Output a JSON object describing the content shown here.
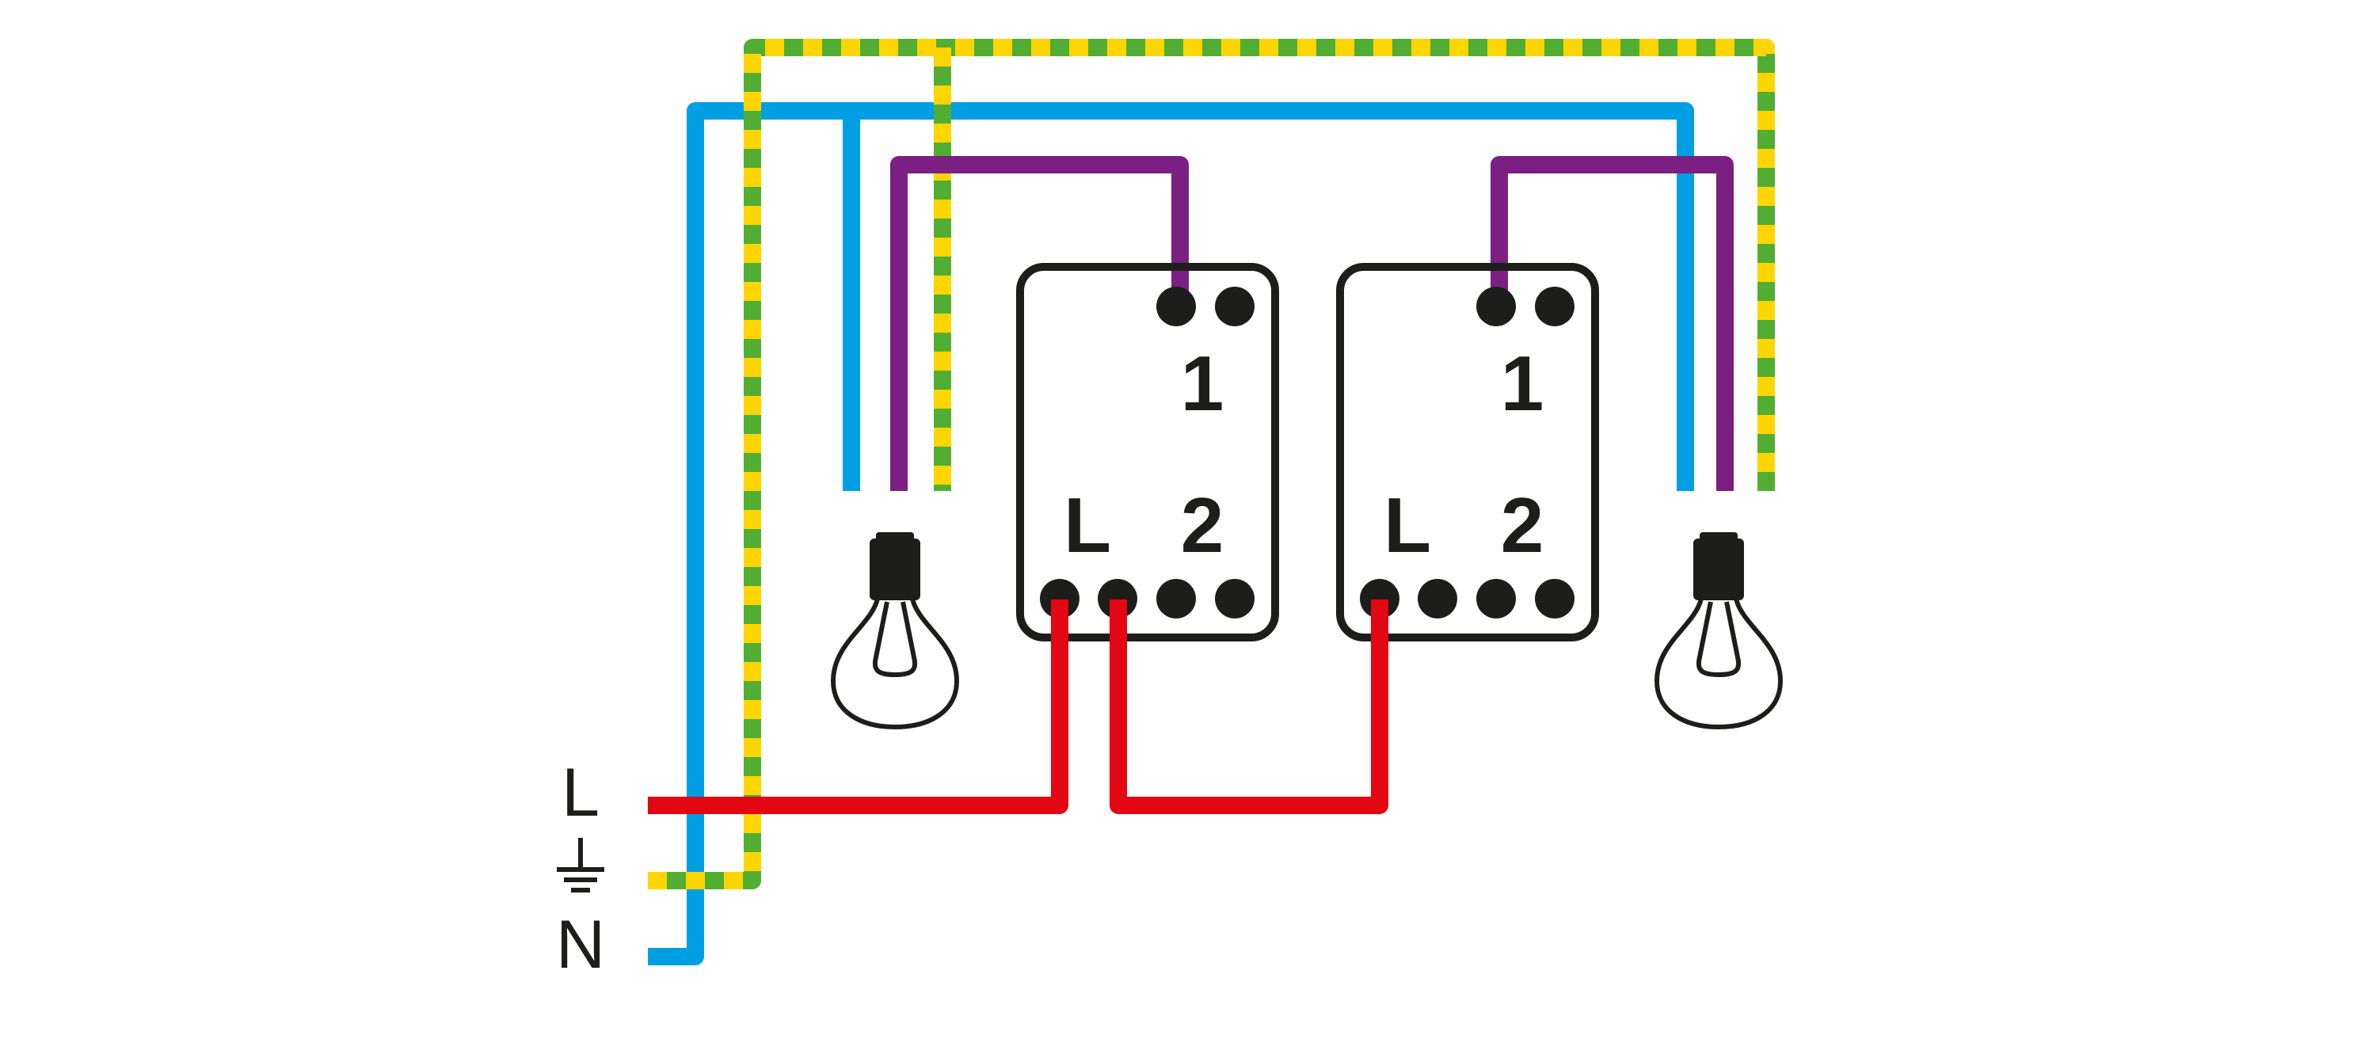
{
  "supply_labels": {
    "live": "L",
    "neutral": "N"
  },
  "switch_left": {
    "terminal_1": "1",
    "terminal_live": "L",
    "terminal_2": "2"
  },
  "switch_right": {
    "terminal_1": "1",
    "terminal_live": "L",
    "terminal_2": "2"
  },
  "icons": {
    "earth": "earth-ground-icon",
    "bulb": "light-bulb-icon"
  },
  "colors": {
    "live": "#e30613",
    "neutral": "#009fe3",
    "switched": "#7b1f82",
    "earth_green": "#52ae32",
    "earth_yellow": "#ffd500",
    "outline": "#1d1d1b"
  }
}
